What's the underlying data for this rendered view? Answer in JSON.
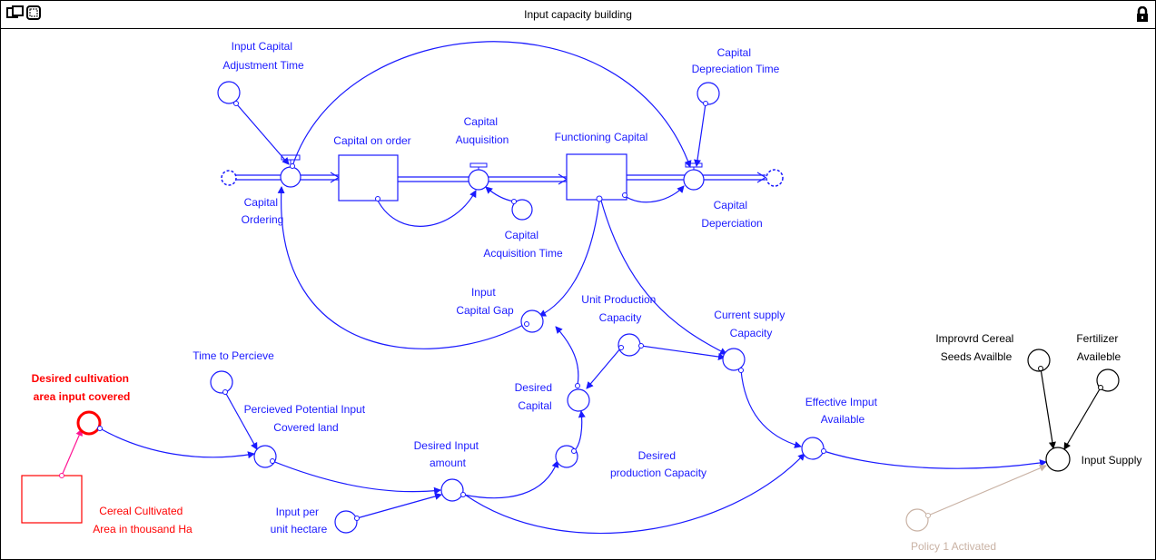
{
  "window": {
    "title": "Input capacity building"
  },
  "icons": [
    "window-layout-icon",
    "frame-icon",
    "lock-icon"
  ],
  "colors": {
    "blue": "#1a1aff",
    "red": "#ff0000",
    "black": "#000000",
    "policy": "#c9b2a4",
    "pink": "#ff1493"
  },
  "labels": {
    "input_capital_adj": [
      "Input Capital",
      "Adjustment Time"
    ],
    "capital_depr_time": [
      "Capital",
      "Depreciation Time"
    ],
    "capital_on_order": [
      "Capital on order"
    ],
    "capital_auquisition": [
      "Capital",
      "Auquisition"
    ],
    "functioning_capital": [
      "Functioning Capital"
    ],
    "capital_ordering": [
      "Capital",
      "Ordering"
    ],
    "capital_acq_time": [
      "Capital",
      "Acquisition Time"
    ],
    "capital_deperciation": [
      "Capital",
      "Deperciation"
    ],
    "input_capital_gap": [
      "Input",
      "Capital Gap"
    ],
    "unit_production_capacity": [
      "Unit Production",
      "Capacity"
    ],
    "current_supply_capacity": [
      "Current supply",
      "Capacity"
    ],
    "time_to_percieve": [
      "Time to Percieve"
    ],
    "desired_cultivation": [
      "Desired  cultivation",
      "area input covered"
    ],
    "percieved_potential": [
      "Percieved Potential Input",
      "Covered land"
    ],
    "desired_capital": [
      "Desired",
      "Capital"
    ],
    "effective_input": [
      "Effective Imput",
      "Available"
    ],
    "improved_seeds": [
      "Improvrd Cereal",
      "Seeds Availble"
    ],
    "fertilizer": [
      "Fertilizer",
      "Availeble"
    ],
    "desired_input_amount": [
      "Desired Input",
      "amount"
    ],
    "desired_production": [
      "Desired",
      "production Capacity"
    ],
    "input_supply": [
      "Input Supply"
    ],
    "input_per_hectare": [
      "Input per",
      "unit hectare"
    ],
    "cereal_cultivated": [
      "Cereal Cultivated",
      "Area in thousand Ha"
    ],
    "policy": [
      "Policy 1 Activated"
    ]
  }
}
